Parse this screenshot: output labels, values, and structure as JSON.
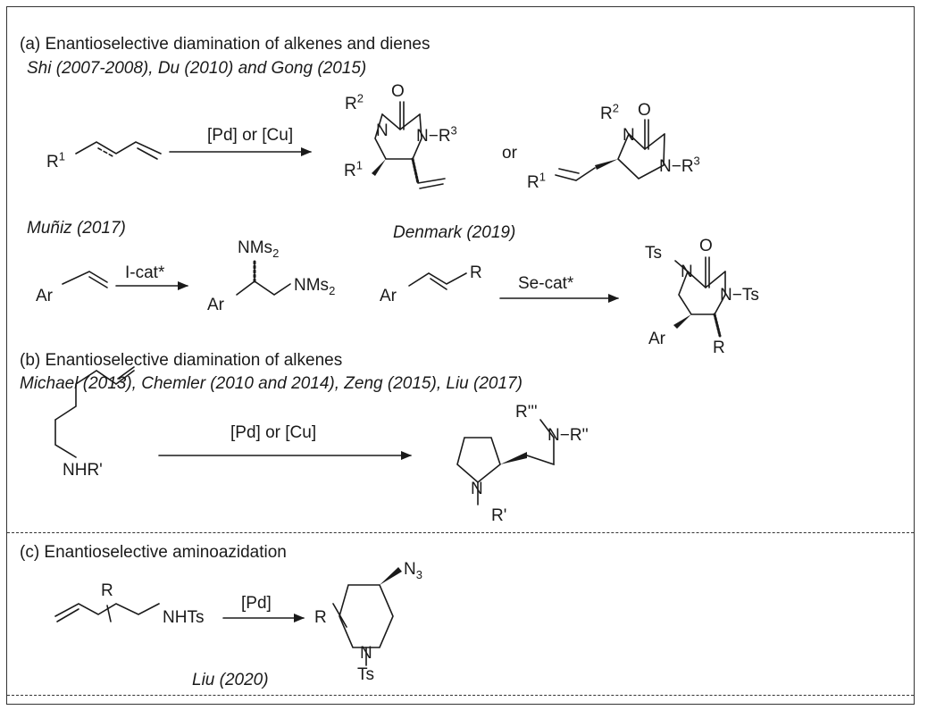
{
  "colors": {
    "ink": "#1a1a1a",
    "frame": "#333333",
    "background": "#ffffff"
  },
  "section_a": {
    "heading": "(a) Enantioselective diamination of alkenes and dienes",
    "authors": "Shi (2007-2008), Du (2010) and Gong (2015)",
    "substrate_label": "R1",
    "reaction_condition": "[Pd] or [Cu]",
    "product1_labels": {
      "r2": "R2",
      "o": "O",
      "n1": "N",
      "n3": "N−R3",
      "r1": "R1"
    },
    "or_label": "or",
    "product2_labels": {
      "r2": "R2",
      "o": "O",
      "n1": "N",
      "n3": "N−R3",
      "r1": "R1"
    },
    "munoz_label": "Muñiz (2017)",
    "denmark_label": "Denmark (2019)",
    "munoz_substrate": "Ar",
    "munoz_condition": "I-cat*",
    "munoz_product": {
      "top": "NMs2",
      "right": "NMs2",
      "ar": "Ar"
    },
    "denmark_substrate": {
      "ar": "Ar",
      "r": "R"
    },
    "denmark_condition": "Se-cat*",
    "denmark_product": {
      "ts_left": "Ts",
      "o": "O",
      "n1": "N",
      "n3": "N−Ts",
      "ar": "Ar",
      "r": "R"
    }
  },
  "section_b": {
    "heading": "(b) Enantioselective diamination of alkenes",
    "authors": "Michael (2013), Chemler (2010 and 2014), Zeng (2015), Liu (2017)",
    "substrate_label": "NHR'",
    "reaction_condition": "[Pd] or [Cu]",
    "product_labels": {
      "r3": "R'''",
      "n": "N−R''",
      "ring_n": "N",
      "r1": "R'"
    }
  },
  "section_c": {
    "heading": "(c) Enantioselective aminoazidation",
    "substrate_labels": {
      "r": "R",
      "nhts": "NHTs"
    },
    "reaction_condition": "[Pd]",
    "product_labels": {
      "r": "R",
      "n3": "N3",
      "n": "N",
      "ts": "Ts"
    },
    "authors": "Liu (2020)"
  }
}
